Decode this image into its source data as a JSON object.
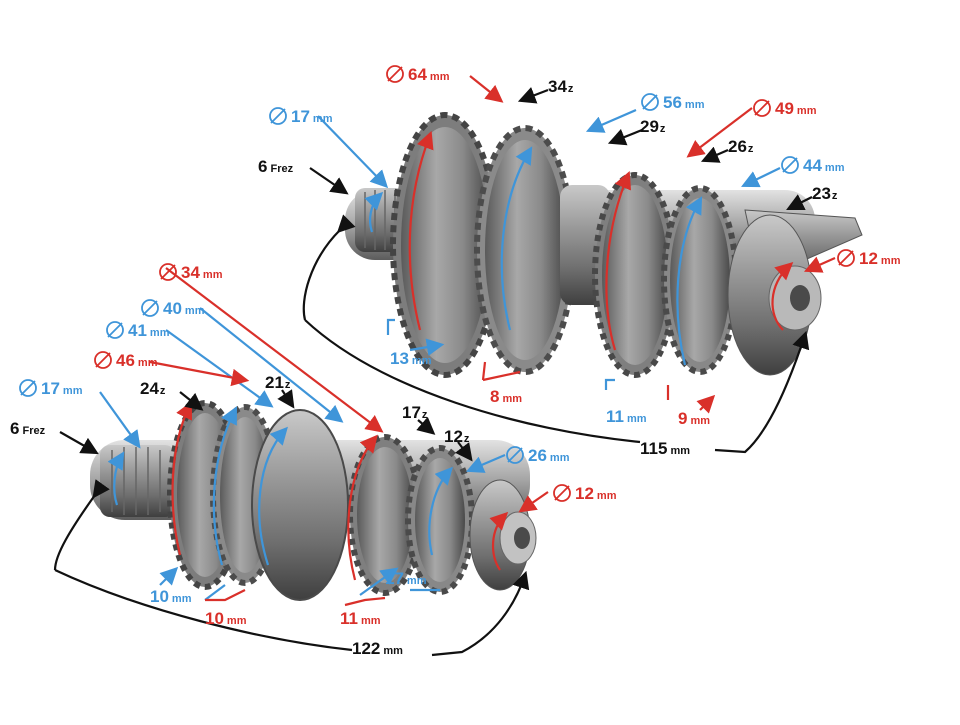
{
  "colors": {
    "red": "#d9302a",
    "blue": "#3f95d9",
    "black": "#111111",
    "steel": "#8e8e8e"
  },
  "icons": {
    "diameter": "diameter-icon",
    "arrow": "arrow-icon"
  },
  "upper_shaft": {
    "labels": [
      {
        "key": "d64",
        "value": "64",
        "unit": "mm",
        "color": "red",
        "diameter": true
      },
      {
        "key": "z34",
        "value": "34",
        "unit": "z",
        "color": "black",
        "diameter": false
      },
      {
        "key": "d56",
        "value": "56",
        "unit": "mm",
        "color": "blue",
        "diameter": true
      },
      {
        "key": "z29",
        "value": "29",
        "unit": "z",
        "color": "black",
        "diameter": false
      },
      {
        "key": "d49",
        "value": "49",
        "unit": "mm",
        "color": "red",
        "diameter": true
      },
      {
        "key": "z26",
        "value": "26",
        "unit": "z",
        "color": "black",
        "diameter": false
      },
      {
        "key": "d44",
        "value": "44",
        "unit": "mm",
        "color": "blue",
        "diameter": true
      },
      {
        "key": "z23",
        "value": "23",
        "unit": "z",
        "color": "black",
        "diameter": false
      },
      {
        "key": "d17",
        "value": "17",
        "unit": "mm",
        "color": "blue",
        "diameter": true
      },
      {
        "key": "frez",
        "value": "6",
        "unit": "Frez",
        "color": "black",
        "diameter": false
      },
      {
        "key": "d12",
        "value": "12",
        "unit": "mm",
        "color": "red",
        "diameter": true
      },
      {
        "key": "w13",
        "value": "13",
        "unit": "mm",
        "color": "blue",
        "diameter": false
      },
      {
        "key": "w8",
        "value": "8",
        "unit": "mm",
        "color": "red",
        "diameter": false
      },
      {
        "key": "w11",
        "value": "11",
        "unit": "mm",
        "color": "blue",
        "diameter": false
      },
      {
        "key": "w9",
        "value": "9",
        "unit": "mm",
        "color": "red",
        "diameter": false
      },
      {
        "key": "len",
        "value": "115",
        "unit": "mm",
        "color": "black",
        "diameter": false
      }
    ]
  },
  "lower_shaft": {
    "labels": [
      {
        "key": "d34",
        "value": "34",
        "unit": "mm",
        "color": "red",
        "diameter": true
      },
      {
        "key": "d40",
        "value": "40",
        "unit": "mm",
        "color": "blue",
        "diameter": true
      },
      {
        "key": "d41",
        "value": "41",
        "unit": "mm",
        "color": "blue",
        "diameter": true
      },
      {
        "key": "d46",
        "value": "46",
        "unit": "mm",
        "color": "red",
        "diameter": true
      },
      {
        "key": "d17",
        "value": "17",
        "unit": "mm",
        "color": "blue",
        "diameter": true
      },
      {
        "key": "frez",
        "value": "6",
        "unit": "Frez",
        "color": "black",
        "diameter": false
      },
      {
        "key": "z24",
        "value": "24",
        "unit": "z",
        "color": "black",
        "diameter": false
      },
      {
        "key": "z21",
        "value": "21",
        "unit": "z",
        "color": "black",
        "diameter": false
      },
      {
        "key": "z17",
        "value": "17",
        "unit": "z",
        "color": "black",
        "diameter": false
      },
      {
        "key": "z12",
        "value": "12",
        "unit": "z",
        "color": "black",
        "diameter": false
      },
      {
        "key": "d26",
        "value": "26",
        "unit": "mm",
        "color": "blue",
        "diameter": true
      },
      {
        "key": "d12",
        "value": "12",
        "unit": "mm",
        "color": "red",
        "diameter": true
      },
      {
        "key": "w10b",
        "value": "10",
        "unit": "mm",
        "color": "blue",
        "diameter": false
      },
      {
        "key": "w10r",
        "value": "10",
        "unit": "mm",
        "color": "red",
        "diameter": false
      },
      {
        "key": "w11",
        "value": "11",
        "unit": "mm",
        "color": "red",
        "diameter": false
      },
      {
        "key": "w17",
        "value": "17",
        "unit": "mm",
        "color": "blue",
        "diameter": false
      },
      {
        "key": "len",
        "value": "122",
        "unit": "mm",
        "color": "black",
        "diameter": false
      }
    ]
  }
}
